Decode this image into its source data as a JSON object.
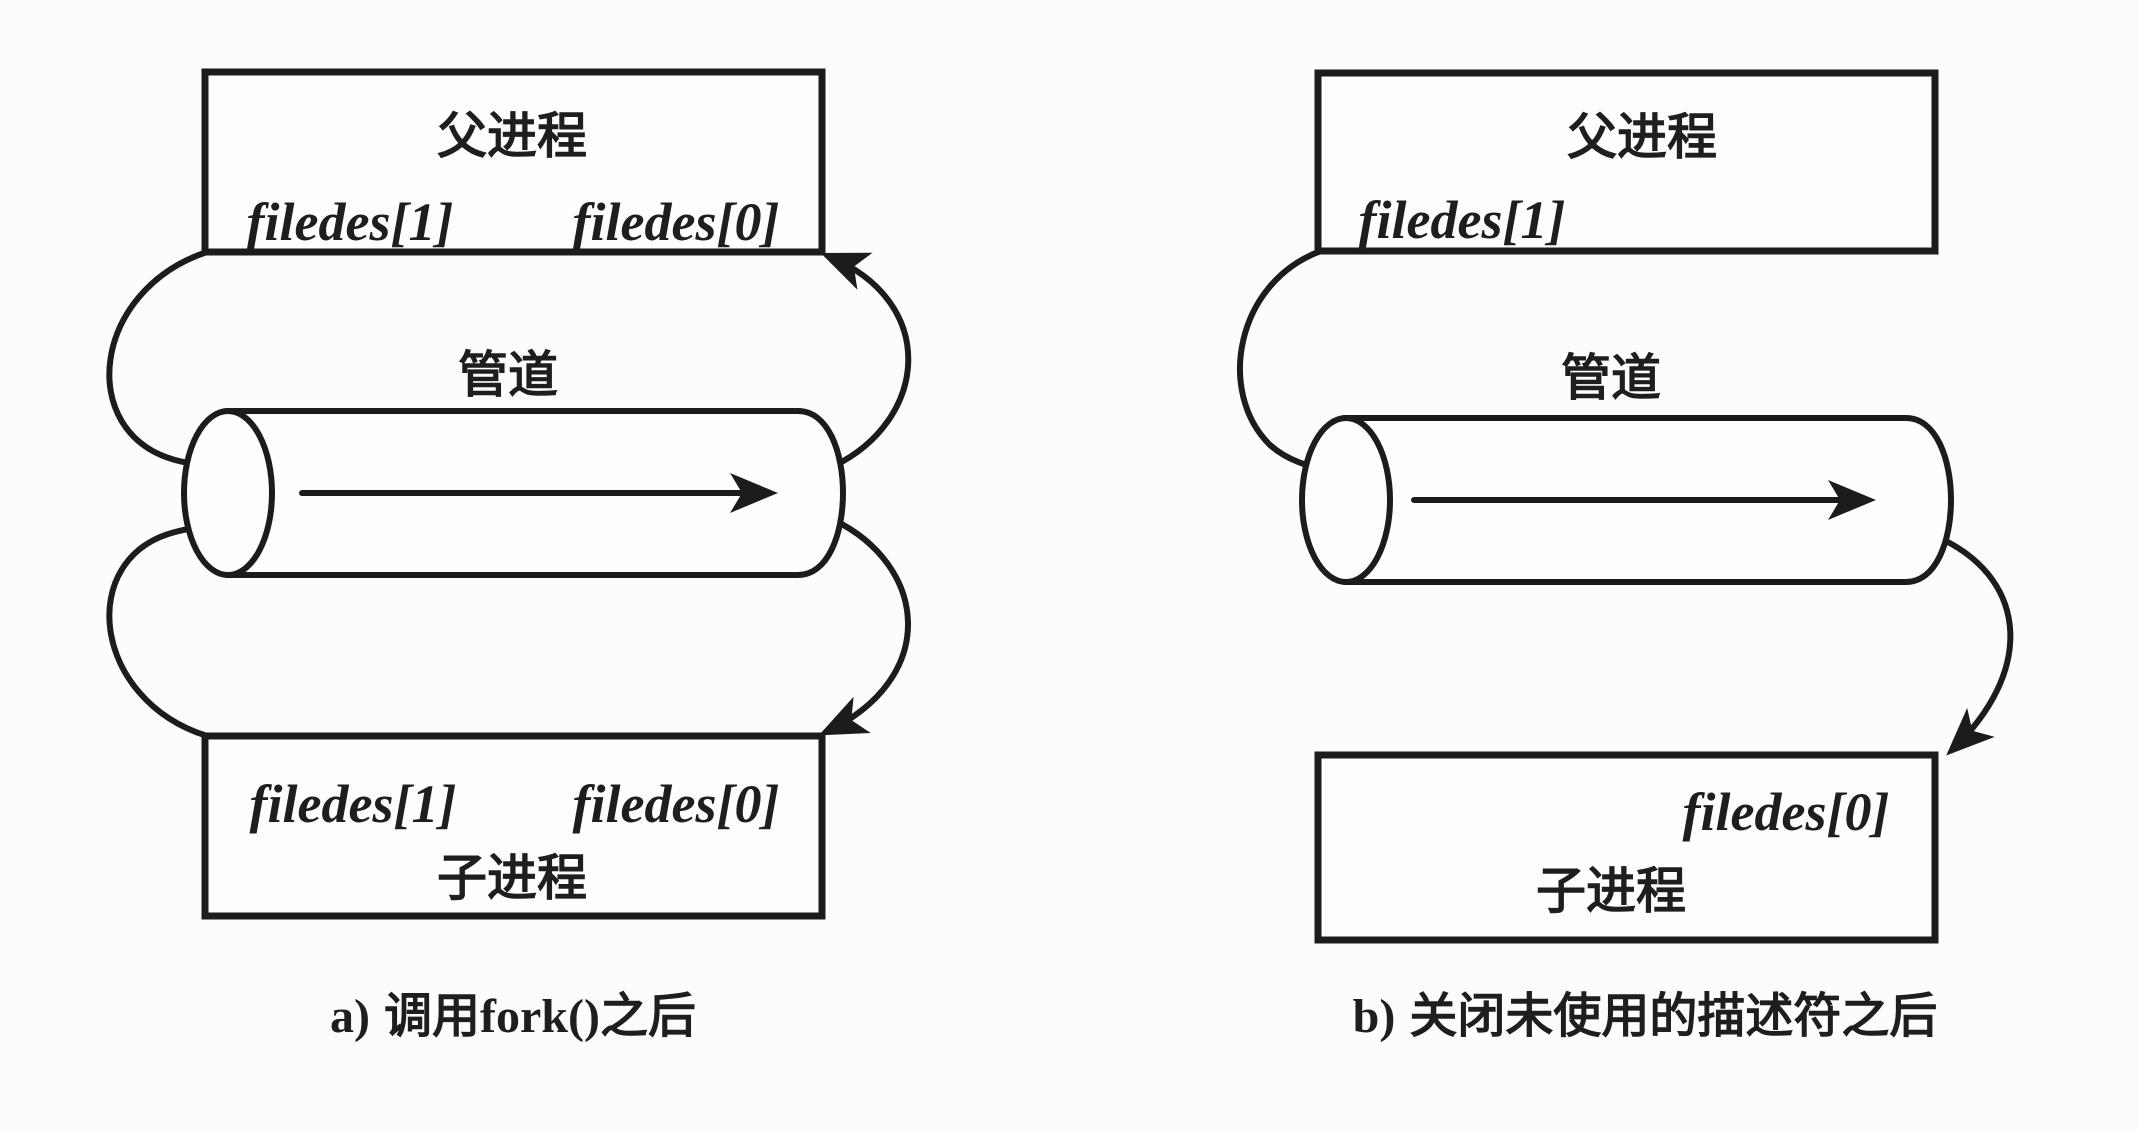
{
  "figure": {
    "colors": {
      "ink": "#1c1c1c",
      "paper": "#fcfcfa",
      "box_fill": "#fdfdfc"
    },
    "diagram_a": {
      "caption_prefix": "a)",
      "caption": "调用fork()之后",
      "parent": {
        "title": "父进程",
        "fd_write": "filedes[1]",
        "fd_read": "filedes[0]"
      },
      "pipe": {
        "label": "管道"
      },
      "child": {
        "title": "子进程",
        "fd_write": "filedes[1]",
        "fd_read": "filedes[0]"
      }
    },
    "diagram_b": {
      "caption_prefix": "b)",
      "caption": "关闭未使用的描述符之后",
      "parent": {
        "title": "父进程",
        "fd_write": "filedes[1]"
      },
      "pipe": {
        "label": "管道"
      },
      "child": {
        "title": "子进程",
        "fd_read": "filedes[0]"
      }
    }
  }
}
